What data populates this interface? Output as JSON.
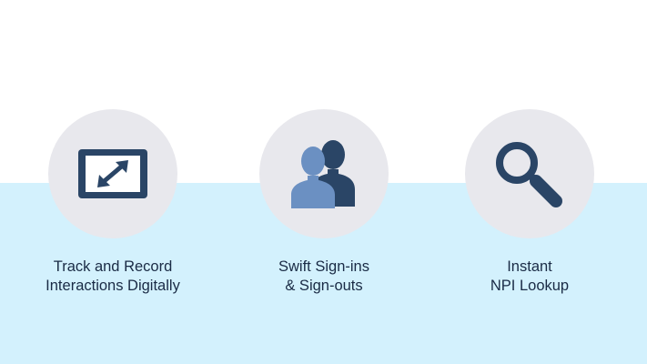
{
  "colors": {
    "background_top": "#ffffff",
    "background_bottom": "#d3f1fd",
    "circle": "#e8e8ed",
    "icon_dark": "#2a4566",
    "icon_light": "#6b90c2",
    "text": "#1a2b45"
  },
  "features": [
    {
      "icon": "tablet-arrows-icon",
      "lines": [
        "Track and Record",
        "Interactions Digitally"
      ]
    },
    {
      "icon": "users-icon",
      "lines": [
        "Swift Sign-ins",
        "& Sign-outs"
      ]
    },
    {
      "icon": "magnifier-icon",
      "lines": [
        "Instant",
        "NPI Lookup"
      ]
    }
  ]
}
